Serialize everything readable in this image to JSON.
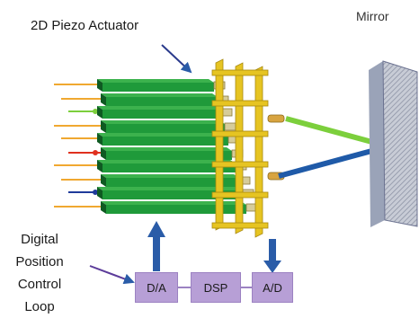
{
  "labels": {
    "title": "2D Piezo Actuator",
    "mirror": "Mirror",
    "control_lines": [
      "Digital",
      "Position",
      "Control",
      "Loop"
    ]
  },
  "blocks": {
    "da": "D/A",
    "dsp": "DSP",
    "ad": "A/D"
  },
  "colors": {
    "actuator_green": "#1f9a3a",
    "actuator_dark": "#0f5a22",
    "frame_yellow": "#e6c422",
    "lead_orange": "#f0a830",
    "beam_green": "#7ccf3c",
    "beam_blue": "#1f5aa8",
    "block_purple": "#b79fd6",
    "arrow_blue": "#2a5ca8"
  }
}
